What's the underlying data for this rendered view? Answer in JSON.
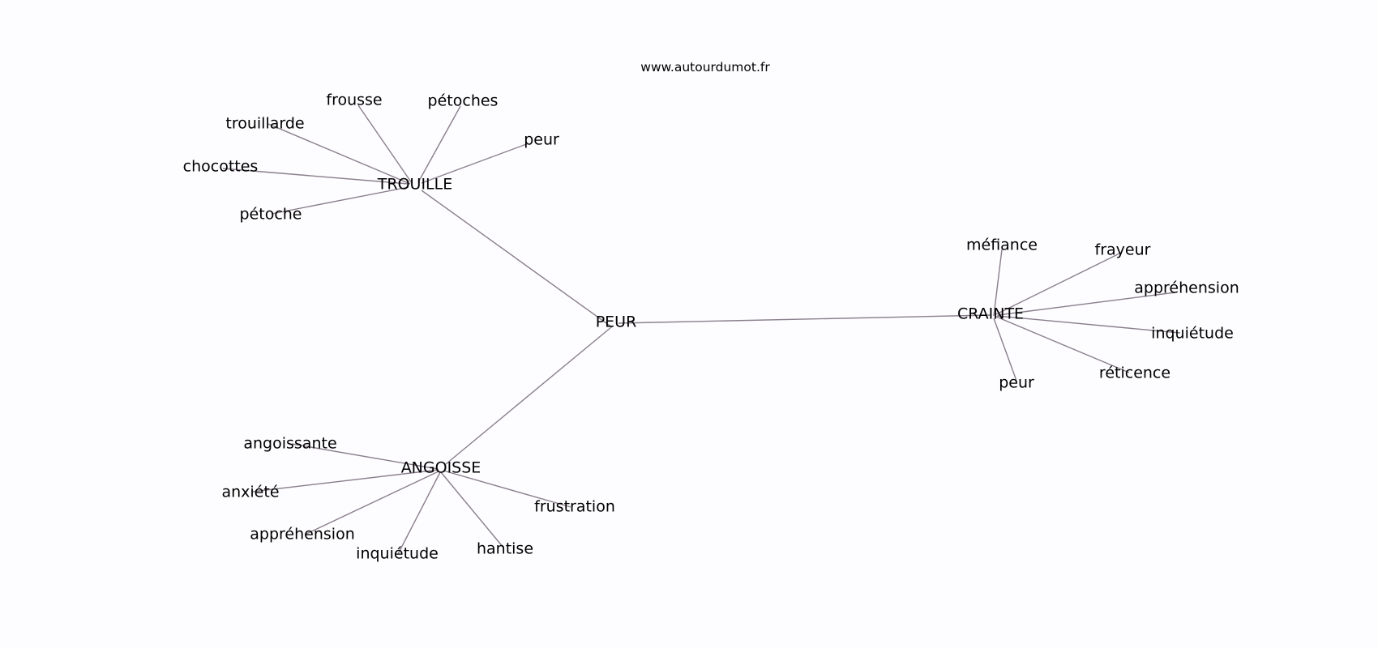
{
  "source": "www.autourdumot.fr",
  "root": "PEUR",
  "clusters": [
    {
      "hub": "TROUILLE",
      "leaves": [
        "frousse",
        "pétoches",
        "peur",
        "trouillarde",
        "chocottes",
        "pétoche"
      ]
    },
    {
      "hub": "CRAINTE",
      "leaves": [
        "méfiance",
        "frayeur",
        "appréhension",
        "inquiétude",
        "réticence",
        "peur"
      ]
    },
    {
      "hub": "ANGOISSE",
      "leaves": [
        "angoissante",
        "anxiété",
        "appréhension",
        "inquiétude",
        "hantise",
        "frustration"
      ]
    }
  ],
  "colors": {
    "background": "#fdfcfe",
    "edge": "#8a7f8c",
    "text": "#000000"
  }
}
